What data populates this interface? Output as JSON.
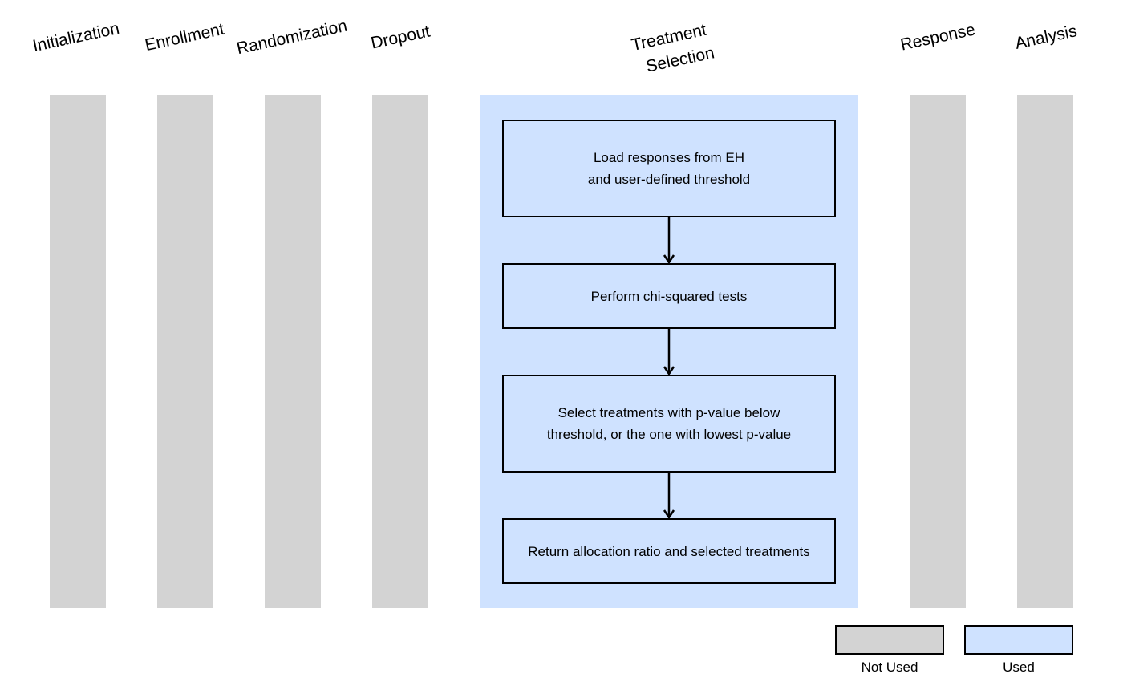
{
  "lanes": {
    "initialization": "Initialization",
    "enrollment": "Enrollment",
    "randomization": "Randomization",
    "dropout": "Dropout",
    "treatment_selection_line1": "Treatment",
    "treatment_selection_line2": "Selection",
    "response": "Response",
    "analysis": "Analysis"
  },
  "steps": {
    "load_line1": "Load responses from EH",
    "load_line2": "and user-defined threshold",
    "chi": "Perform chi-squared tests",
    "select_line1": "Select treatments with p-value below",
    "select_line2": "threshold, or the one with lowest p-value",
    "return": "Return allocation ratio and selected treatments"
  },
  "legend": {
    "not_used": "Not Used",
    "used": "Used"
  },
  "colors": {
    "not_used": "#d3d3d3",
    "used": "#cfe2ff"
  }
}
